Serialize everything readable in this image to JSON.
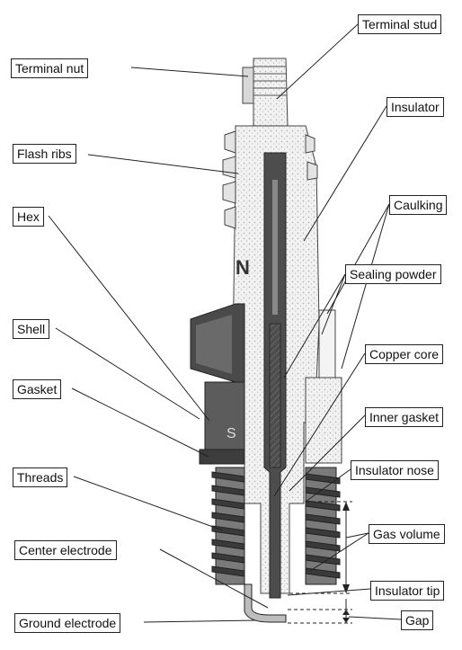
{
  "labels": {
    "terminal_stud": "Terminal stud",
    "terminal_nut": "Terminal nut",
    "insulator": "Insulator",
    "flash_ribs": "Flash ribs",
    "caulking": "Caulking",
    "hex": "Hex",
    "sealing_powder": "Sealing powder",
    "shell": "Shell",
    "copper_core": "Copper core",
    "gasket": "Gasket",
    "inner_gasket": "Inner gasket",
    "insulator_nose": "Insulator nose",
    "threads": "Threads",
    "gas_volume": "Gas volume",
    "center_electrode": "Center electrode",
    "insulator_tip": "Insulator tip",
    "ground_electrode": "Ground electrode",
    "gap": "Gap"
  },
  "insulator_marking": "N",
  "shell_marking": "S",
  "colors": {
    "line": "#222222",
    "metal": "#6b6b6b",
    "dark": "#3a3a3a",
    "light": "#e6e6e6"
  }
}
